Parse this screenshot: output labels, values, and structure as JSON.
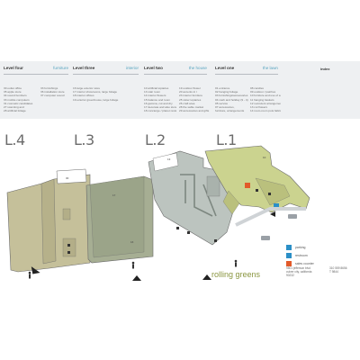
{
  "levels": [
    {
      "name": "Level four",
      "tag": "furniture",
      "items": [
        "30  outlet office",
        "35  apple store",
        "34  sound bombers",
        "33  mobile computers",
        "31  cosmetic candidates",
        "27  scanning and",
        "28  artificial foliage"
      ],
      "items2": [
        "33  furnishings",
        "36  installation store",
        "37  computer sound"
      ]
    },
    {
      "name": "Level three",
      "tag": "interior",
      "items": [
        "16  large exterior store",
        "17  interior showrooms, large foliage",
        "18  interior offices",
        "19  exterior greenhouse, large foliage"
      ],
      "items2": []
    },
    {
      "name": "Level two",
      "tag": "the house",
      "items": [
        "10  artificial topiaries",
        "13  stair room",
        "14  interior flowers",
        "15  balance and room",
        "16  gamma, cut and dry",
        "17  decorate and also store",
        "18  concierge / planet restaurant"
      ],
      "items2": [
        "19  outdoor flower",
        "20  accents in /",
        "23  interior furniture",
        "25  sister topiaries",
        "26  craft area",
        "28  the sable market",
        "29  accessories and gifts"
      ]
    },
    {
      "name": "Level one",
      "tag": "the lawn",
      "items": [
        "01  entrance",
        "02  hanging foliage",
        "03  furnishings/accessories",
        "04  cash and holiday (9 - 4)",
        "05  service",
        "07  accessories,",
        "    furniture, arrangements"
      ],
      "items2": [
        "08  candles",
        "09  outdoor / patches",
        "10  furniture and use of a tree",
        "11  hanging baskets",
        "12  succulent arrangements",
        "13  cut flowers",
        "14  room-room pots fabric"
      ]
    }
  ],
  "index_label": "index",
  "level_labels": [
    "L.4",
    "L.3",
    "L.2",
    "L.1"
  ],
  "legend": [
    {
      "label": "parking",
      "color": "#2b8fc7",
      "icon": "parking-icon"
    },
    {
      "label": "restroom",
      "color": "#2b8fc7",
      "icon": "restroom-icon"
    },
    {
      "label": "sales counter",
      "color": "#e25a2a",
      "icon": "sales-counter-icon"
    }
  ],
  "brand": "rolling greens",
  "address": [
    "9501 jefferson blvd",
    "culver city, california",
    "90232"
  ],
  "phone": [
    "310 559 8656",
    "T 9844"
  ],
  "colors": {
    "level4": "#c5c09a",
    "level3": "#a6ae93",
    "level2": "#bcc4bf",
    "level1": "#cbd38f",
    "outline": "#6a6a6a"
  }
}
